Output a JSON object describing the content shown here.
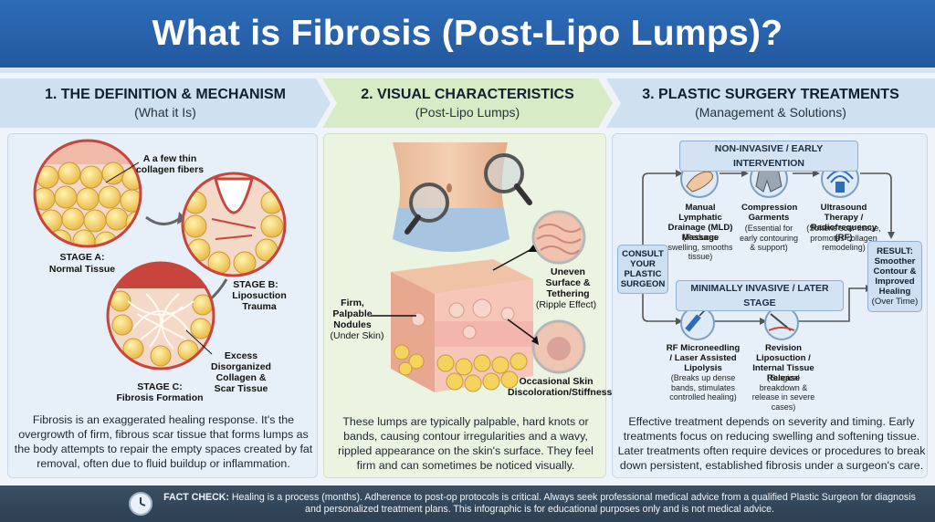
{
  "title": "What is Fibrosis (Post-Lipo Lumps)?",
  "columns": [
    {
      "heading": "1. THE DEFINITION & MECHANISM",
      "subheading": "(What it Is)"
    },
    {
      "heading": "2. VISUAL CHARACTERISTICS",
      "subheading": "(Post-Lipo Lumps)"
    },
    {
      "heading": "3. PLASTIC SURGERY TREATMENTS",
      "subheading": "(Management & Solutions)"
    }
  ],
  "mechanism": {
    "annotation_fibers": "A a few thin collagen fibers",
    "stage_a_title": "STAGE A:",
    "stage_a_desc": "Normal Tissue",
    "stage_b_title": "STAGE B:",
    "stage_b_desc": "Liposuction Trauma",
    "stage_c_title": "STAGE C:",
    "stage_c_desc": "Fibrosis Formation",
    "excess_label": "Excess Disorganized Collagen & Scar Tissue",
    "paragraph": "Fibrosis is an exaggerated healing response. It's the overgrowth of firm, fibrous scar tissue that forms lumps as the body attempts to repair the empty spaces created by fat removal, often due to fluid buildup or inflammation."
  },
  "visual": {
    "nodules_label": "Firm, Palpable Nodules",
    "nodules_sub": "(Under Skin)",
    "uneven_label": "Uneven Surface & Tethering",
    "uneven_sub": "(Ripple Effect)",
    "discoloration_label": "Occasional Skin Discoloration/Stiffness",
    "paragraph": "These lumps are typically palpable, hard knots or bands, causing contour irregularities and a wavy, rippled appearance on the skin's surface. They feel firm and can sometimes be noticed visually."
  },
  "treatments": {
    "noninvasive_header": "NON-INVASIVE / EARLY INTERVENTION",
    "minimally_header": "MINIMALLY INVASIVE / LATER STAGE",
    "consult": "CONSULT YOUR PLASTIC SURGEON",
    "result_title": "RESULT: Smoother Contour & Improved Healing",
    "result_sub": "(Over Time)",
    "mld_title": "Manual Lymphatic Drainage (MLD) Massage",
    "mld_desc": "(Reduces swelling, smooths tissue)",
    "compression_title": "Compression Garments",
    "compression_desc": "(Essential for early contouring & support)",
    "ultrasound_title": "Ultrasound Therapy / Radiofrequency (RF)",
    "ultrasound_desc": "(Softens scar tissue, promotes collagen remodeling)",
    "rf_title": "RF Microneedling / Laser Assisted Lipolysis",
    "rf_desc": "(Breaks up dense bands, stimulates controlled healing)",
    "revision_title": "Revision Liposuction / Internal Tissue Release",
    "revision_desc": "(Surgical breakdown & release in severe cases)",
    "paragraph": "Effective treatment depends on severity and timing. Early treatments focus on reducing swelling and softening tissue. Later treatments often require devices or procedures to break down persistent, established fibrosis under a surgeon's care."
  },
  "footer": {
    "label": "FACT CHECK:",
    "text": "Healing is a process (months). Adherence to post-op protocols is critical. Always seek professional medical advice from a qualified Plastic Surgeon for diagnosis and personalized treatment plans. This infographic is for educational purposes only and is not medical advice."
  },
  "colors": {
    "title_blue": "#2d6cb8",
    "fat_yellow": "#f2cf63",
    "tissue_red": "#c8453d",
    "col2_green": "#d7ebc6",
    "footer_slate": "#34485b"
  }
}
